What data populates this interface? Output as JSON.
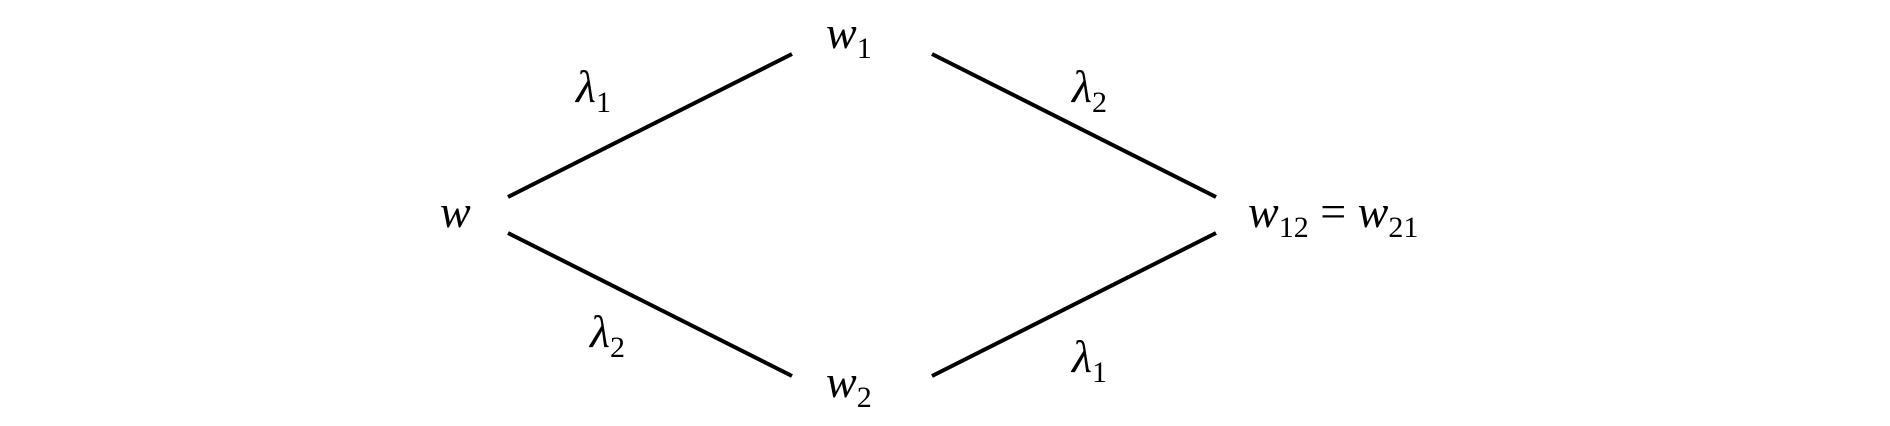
{
  "nodes": {
    "w": {
      "base": "w",
      "sub": ""
    },
    "w1": {
      "base": "w",
      "sub": "1"
    },
    "w2": {
      "base": "w",
      "sub": "2"
    },
    "w12": {
      "base": "w",
      "sub": "12",
      "eq": " = ",
      "base2": "w",
      "sub2": "21"
    }
  },
  "edges": {
    "w_w1": {
      "base": "λ",
      "sub": "1"
    },
    "w1_w12": {
      "base": "λ",
      "sub": "2"
    },
    "w_w2": {
      "base": "λ",
      "sub": "2"
    },
    "w2_w12": {
      "base": "λ",
      "sub": "1"
    }
  }
}
